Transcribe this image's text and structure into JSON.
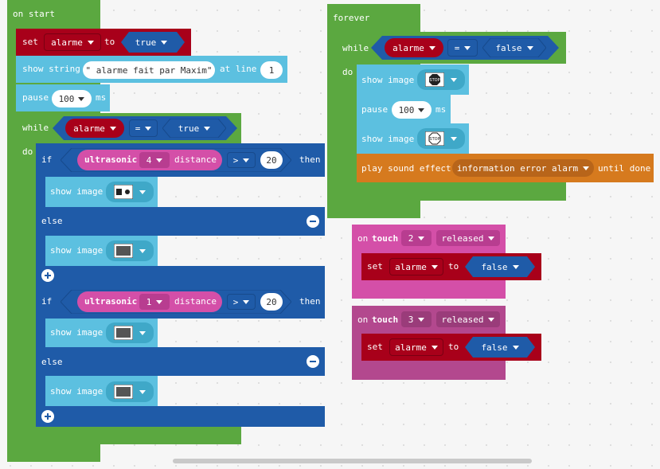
{
  "colors": {
    "loops": "#5ba840",
    "variables": "#a8001a",
    "basic": "#5cc0e0",
    "logic": "#1f5ba8",
    "input": "#d44fa8",
    "music": "#d67a1e"
  },
  "on_start": {
    "hat": "on start",
    "set": {
      "label": "set",
      "var": "alarme",
      "to": "to",
      "value": "true"
    },
    "show_string": {
      "label": "show string",
      "text": "\" alarme fait par Maxim\"",
      "at_line": "at line",
      "line": "1"
    },
    "pause": {
      "label": "pause",
      "value": "100",
      "unit": "ms"
    },
    "while": {
      "label": "while",
      "var": "alarme",
      "op": "=",
      "value": "true",
      "do": "do"
    },
    "if1": {
      "if": "if",
      "sensor": "ultrasonic",
      "pin": "4",
      "distance": "distance",
      "op": ">",
      "value": "20",
      "then": "then",
      "show_image": "show image",
      "else": "else",
      "show_image_else": "show image"
    },
    "if2": {
      "if": "if",
      "sensor": "ultrasonic",
      "pin": "1",
      "distance": "distance",
      "op": ">",
      "value": "20",
      "then": "then",
      "show_image": "show image",
      "else": "else",
      "show_image_else": "show image"
    }
  },
  "forever": {
    "hat": "forever",
    "while": {
      "label": "while",
      "var": "alarme",
      "op": "=",
      "value": "false",
      "do": "do"
    },
    "show_image1": "show image",
    "pause": {
      "label": "pause",
      "value": "100",
      "unit": "ms"
    },
    "show_image2": "show image",
    "sound": {
      "label": "play sound effect",
      "effect": "information error alarm",
      "until": "until done"
    },
    "stop_text": "STOP"
  },
  "touch1": {
    "on": "on",
    "touch": "touch",
    "pin": "2",
    "event": "released",
    "set": "set",
    "var": "alarme",
    "to": "to",
    "value": "false"
  },
  "touch2": {
    "on": "on",
    "touch": "touch",
    "pin": "3",
    "event": "released",
    "set": "set",
    "var": "alarme",
    "to": "to",
    "value": "false"
  }
}
